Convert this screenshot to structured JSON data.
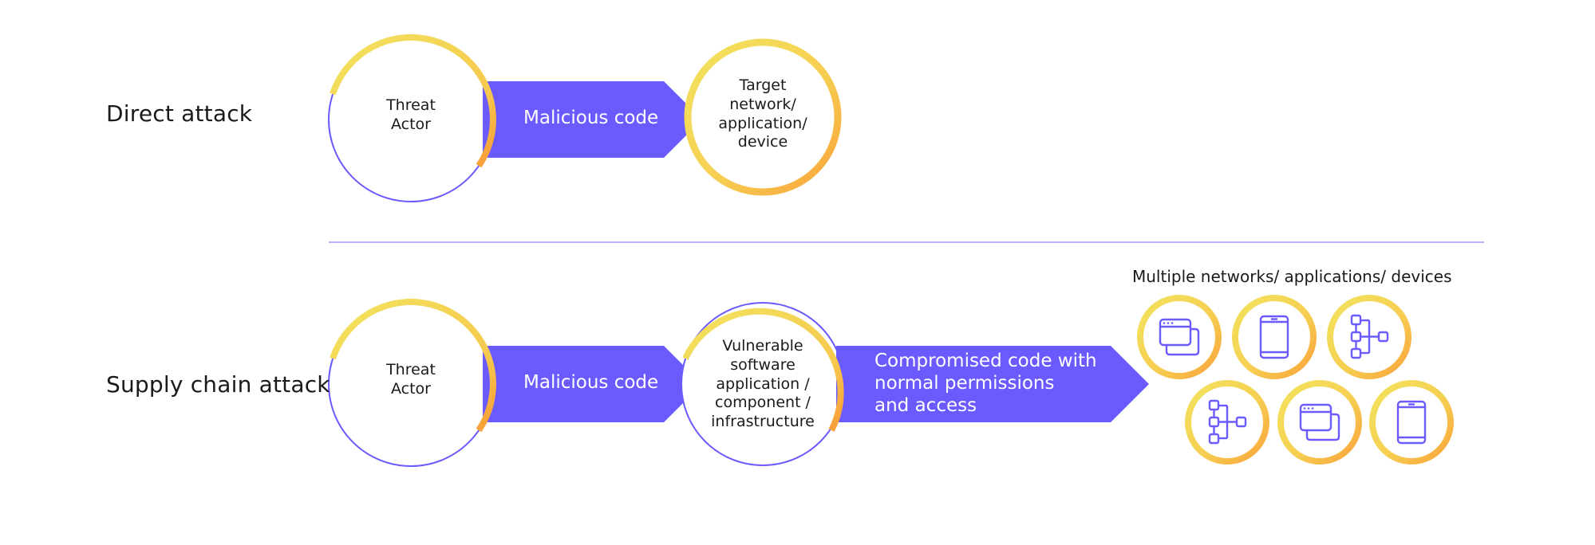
{
  "direct_attack": {
    "label": "Direct attack",
    "threat_actor": "Threat\nActor",
    "arrow": "Malicious code",
    "target": "Target\nnetwork/\napplication/\ndevice"
  },
  "supply_chain_attack": {
    "label": "Supply chain attack",
    "threat_actor": "Threat\nActor",
    "arrow1": "Malicious code",
    "vulnerable": "Vulnerable\nsoftware\napplication /\ncomponent /\ninfrastructure",
    "arrow2": "Compromised code with\nnormal permissions\nand access",
    "targets_label": "Multiple networks/ applications/ devices",
    "targets": [
      "browser-window-icon",
      "mobile-device-icon",
      "network-tree-icon",
      "network-tree-icon",
      "browser-window-icon",
      "mobile-device-icon"
    ]
  },
  "colors": {
    "arrow": "#6B5BFF",
    "ring_outline": "#6B5BFF",
    "ring_yellow": "#F2E35E",
    "ring_orange": "#F9A23A",
    "divider": "#B8B2FF"
  }
}
